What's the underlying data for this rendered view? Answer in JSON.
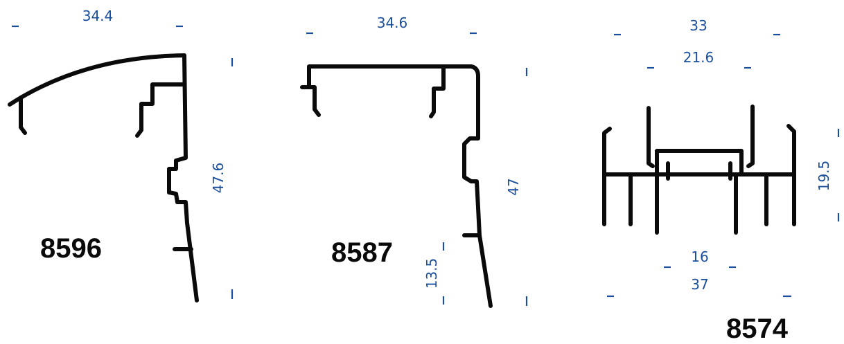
{
  "colors": {
    "profile": "#0a0a0a",
    "dimension": "#1b4f9c",
    "background": "#ffffff"
  },
  "profiles": [
    {
      "code": "8596",
      "dimensions": {
        "width": "34.4",
        "height": "47.6"
      }
    },
    {
      "code": "8587",
      "dimensions": {
        "width": "34.6",
        "height": "47",
        "offset": "13.5"
      }
    },
    {
      "code": "8574",
      "dimensions": {
        "outer_top": "33",
        "inner_top": "21.6",
        "height": "19.5",
        "inner_bottom": "16",
        "outer_bottom": "37"
      }
    }
  ]
}
